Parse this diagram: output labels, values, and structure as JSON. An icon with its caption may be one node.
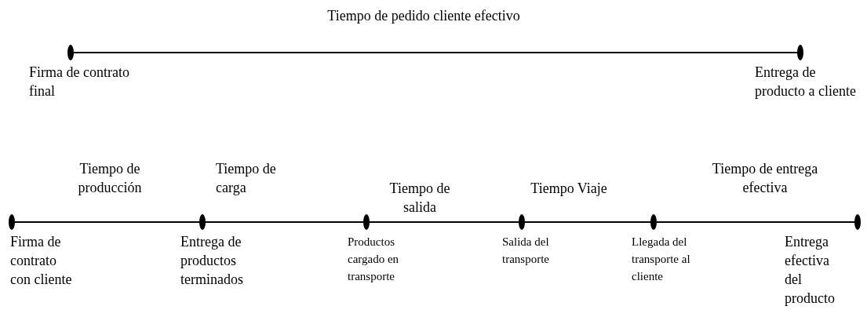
{
  "diagram": {
    "nodes": [
      {
        "text": [],
        "shape": "circle",
        "beside": [
          "Firma de contrato final"
        ]
      },
      {
        "text": [],
        "shape": "circle",
        "beside": [
          "Entrega de producto a cliente"
        ]
      },
      {
        "text": [],
        "shape": "circle",
        "beside": [
          "Firma de contrato con cliente"
        ]
      },
      {
        "text": [],
        "shape": "circle",
        "beside": [
          "Entrega de productos terminados"
        ]
      },
      {
        "text": [],
        "shape": "circle",
        "beside": [
          "Productos cargado en transporte"
        ]
      },
      {
        "text": [],
        "shape": "circle",
        "beside": [
          "Salida del transporte"
        ]
      },
      {
        "text": [],
        "shape": "circle",
        "beside": [
          "Llegada del transporte al cliente"
        ]
      },
      {
        "text": [],
        "shape": "circle",
        "beside": [
          "Entrega efectiva del producto"
        ]
      }
    ],
    "edges": [
      {
        "from": 0,
        "to": 1,
        "arrow": "none",
        "label": "Tiempo de pedido cliente efectivo"
      },
      {
        "from": 2,
        "to": 3,
        "arrow": "none",
        "label": "Tiempo de producción"
      },
      {
        "from": 3,
        "to": 4,
        "arrow": "none",
        "label": "Tiempo de carga"
      },
      {
        "from": 4,
        "to": 5,
        "arrow": "none",
        "label": "Tiempo de salida"
      },
      {
        "from": 5,
        "to": 6,
        "arrow": "none",
        "label": "Tiempo Viaje"
      },
      {
        "from": 6,
        "to": 7,
        "arrow": "none",
        "label": "Tiempo de entrega efectiva"
      }
    ]
  }
}
